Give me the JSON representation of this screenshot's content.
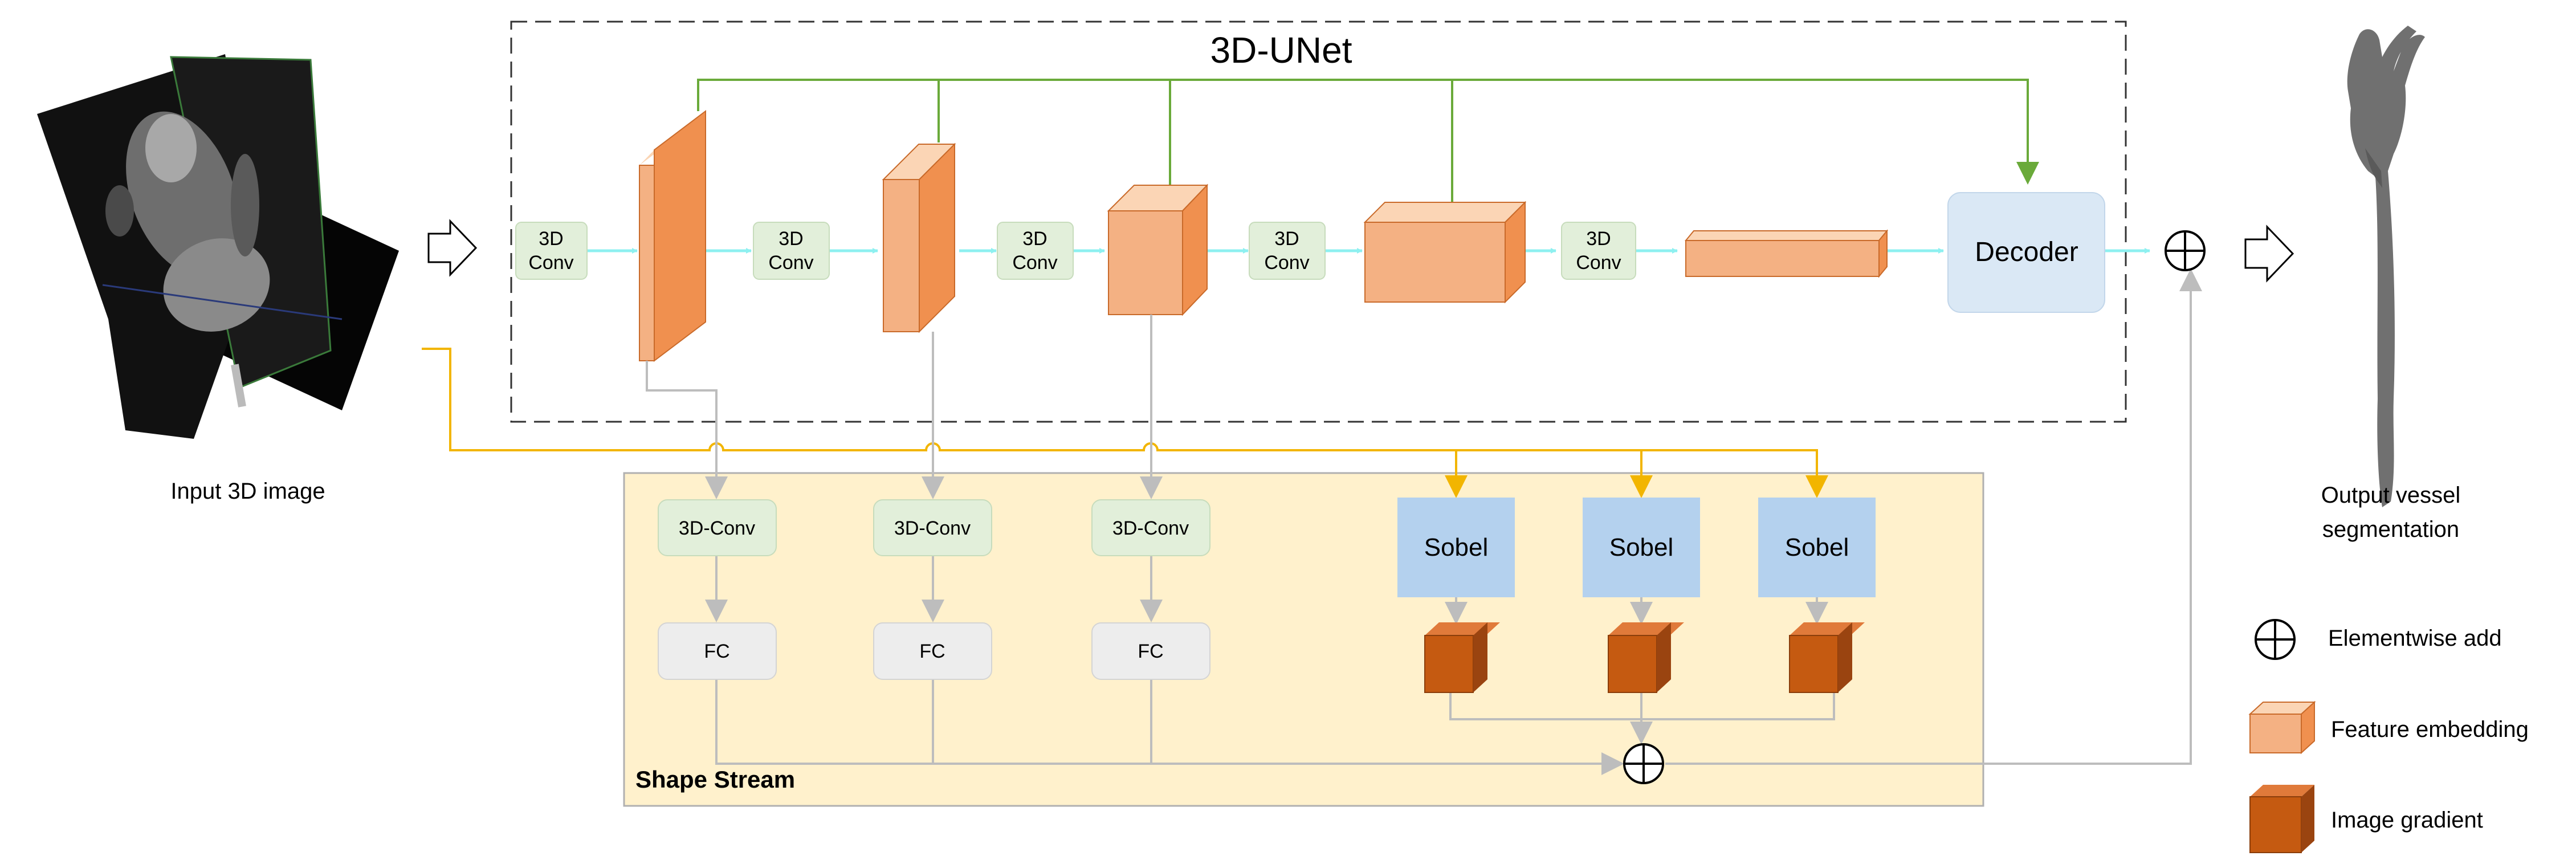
{
  "unet": {
    "title": "3D-UNet"
  },
  "conv_blocks": [
    {
      "line1": "3D",
      "line2": "Conv"
    },
    {
      "line1": "3D",
      "line2": "Conv"
    },
    {
      "line1": "3D",
      "line2": "Conv"
    },
    {
      "line1": "3D",
      "line2": "Conv"
    },
    {
      "line1": "3D",
      "line2": "Conv"
    }
  ],
  "decoder": {
    "label": "Decoder"
  },
  "input": {
    "label": "Input 3D image"
  },
  "output": {
    "line1": "Output vessel",
    "line2": "segmentation"
  },
  "shape_stream": {
    "label": "Shape Stream",
    "conv_labels": [
      "3D-Conv",
      "3D-Conv",
      "3D-Conv"
    ],
    "fc_labels": [
      "FC",
      "FC",
      "FC"
    ],
    "sobel_labels": [
      "Sobel",
      "Sobel",
      "Sobel"
    ]
  },
  "legend": {
    "add": "Elementwise add",
    "feature": "Feature embedding",
    "gradient": "Image gradient"
  },
  "colors": {
    "skip_line": "#6aaa3a",
    "main_flow": "#8ef0f0",
    "edge_line": "#f2b500",
    "gray_line": "#bdbdbd",
    "feature_front": "#f4b183",
    "feature_front_dark": "#f0904f",
    "gradient_front": "#c55a11",
    "conv_fill": "#e2efda",
    "decoder_fill": "#dae8f5",
    "sobel_fill": "#b4d1ee",
    "fc_fill": "#ededed",
    "shape_bg": "#fff1cc"
  }
}
